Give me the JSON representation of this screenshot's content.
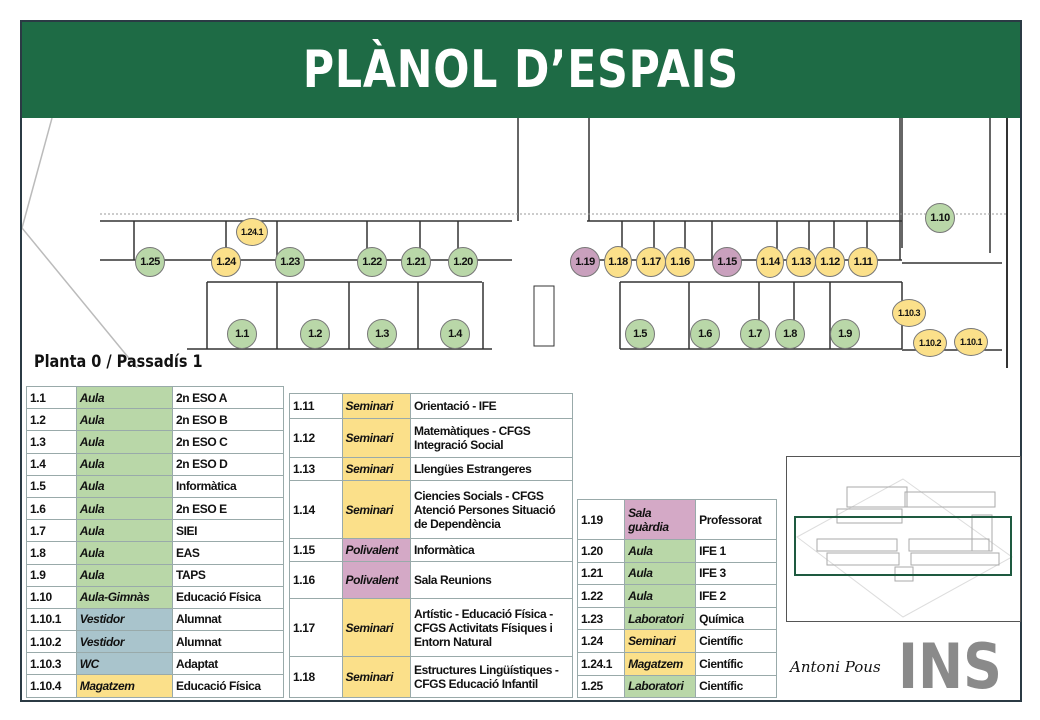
{
  "header": {
    "title": "PLÀNOL D’ESPAIS"
  },
  "plan": {
    "subtitle": "Planta 0 / Passadís 1",
    "rooms": {
      "r1_25": "1.25",
      "r1_24": "1.24",
      "r1_24_1": "1.24.1",
      "r1_23": "1.23",
      "r1_22": "1.22",
      "r1_21": "1.21",
      "r1_20": "1.20",
      "r1_19": "1.19",
      "r1_18": "1.18",
      "r1_17": "1.17",
      "r1_16": "1.16",
      "r1_15": "1.15",
      "r1_14": "1.14",
      "r1_13": "1.13",
      "r1_12": "1.12",
      "r1_11": "1.11",
      "r1_10": "1.10",
      "r1_1": "1.1",
      "r1_2": "1.2",
      "r1_3": "1.3",
      "r1_4": "1.4",
      "r1_5": "1.5",
      "r1_6": "1.6",
      "r1_7": "1.7",
      "r1_8": "1.8",
      "r1_9": "1.9",
      "r1_10_3": "1.10.3",
      "r1_10_2": "1.10.2",
      "r1_10_1": "1.10.1"
    }
  },
  "colors": {
    "header": "#1e6b45",
    "aula": "#b9d7a8",
    "seminari": "#fbe08a",
    "polivalent": "#c9a0bd",
    "vestidor": "#a9c4cc"
  },
  "table1": [
    {
      "id": "1.1",
      "type": "Aula",
      "desc": "2n ESO A"
    },
    {
      "id": "1.2",
      "type": "Aula",
      "desc": "2n ESO B"
    },
    {
      "id": "1.3",
      "type": "Aula",
      "desc": "2n ESO C"
    },
    {
      "id": "1.4",
      "type": "Aula",
      "desc": "2n ESO D"
    },
    {
      "id": "1.5",
      "type": "Aula",
      "desc": "Informàtica"
    },
    {
      "id": "1.6",
      "type": "Aula",
      "desc": "2n ESO E"
    },
    {
      "id": "1.7",
      "type": "Aula",
      "desc": "SIEI"
    },
    {
      "id": "1.8",
      "type": "Aula",
      "desc": "EAS"
    },
    {
      "id": "1.9",
      "type": "Aula",
      "desc": "TAPS"
    },
    {
      "id": "1.10",
      "type": "Aula-Gimnàs",
      "desc": "Educació Física"
    },
    {
      "id": "1.10.1",
      "type": "Vestidor",
      "desc": "Alumnat"
    },
    {
      "id": "1.10.2",
      "type": "Vestidor",
      "desc": "Alumnat"
    },
    {
      "id": "1.10.3",
      "type": "WC",
      "desc": "Adaptat"
    },
    {
      "id": "1.10.4",
      "type": "Magatzem",
      "desc": "Educació Física"
    }
  ],
  "table2": [
    {
      "id": "1.11",
      "type": "Seminari",
      "desc": "Orientació - IFE"
    },
    {
      "id": "1.12",
      "type": "Seminari",
      "desc": "Matemàtiques - CFGS Integració Social"
    },
    {
      "id": "1.13",
      "type": "Seminari",
      "desc": "Llengües Estrangeres"
    },
    {
      "id": "1.14",
      "type": "Seminari",
      "desc": "Ciencies Socials - CFGS Atenció Persones Situació de Dependència"
    },
    {
      "id": "1.15",
      "type": "Polivalent",
      "desc": "Informàtica"
    },
    {
      "id": "1.16",
      "type": "Polivalent",
      "desc": "Sala Reunions"
    },
    {
      "id": "1.17",
      "type": "Seminari",
      "desc": "Artístic - Educació Física - CFGS Activitats Físiques i Entorn Natural"
    },
    {
      "id": "1.18",
      "type": "Seminari",
      "desc": "Estructures Lingüístiques - CFGS Educació Infantil"
    }
  ],
  "table3": [
    {
      "id": "1.19",
      "type": "Sala guàrdia",
      "desc": "Professorat"
    },
    {
      "id": "1.20",
      "type": "Aula",
      "desc": "IFE 1"
    },
    {
      "id": "1.21",
      "type": "Aula",
      "desc": "IFE 3"
    },
    {
      "id": "1.22",
      "type": "Aula",
      "desc": "IFE 2"
    },
    {
      "id": "1.23",
      "type": "Laboratori",
      "desc": "Química"
    },
    {
      "id": "1.24",
      "type": "Seminari",
      "desc": "Científic"
    },
    {
      "id": "1.24.1",
      "type": "Magatzem",
      "desc": "Científic"
    },
    {
      "id": "1.25",
      "type": "Laboratori",
      "desc": "Científic"
    }
  ],
  "logo": {
    "text": "INS",
    "signature": "Antoni Pous"
  }
}
